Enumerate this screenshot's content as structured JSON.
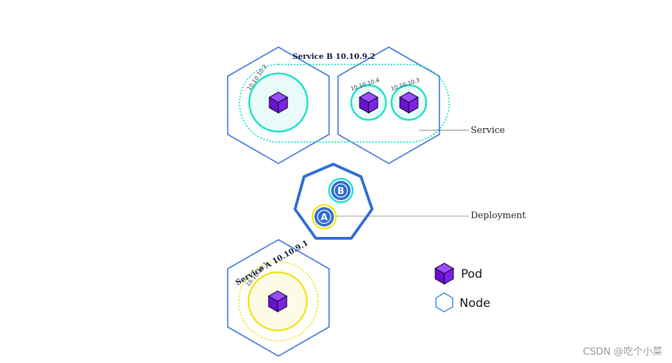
{
  "service_b": {
    "title": "Service B 10.10.9.2"
  },
  "service_a": {
    "title": "Service A  10.10.9.1"
  },
  "pods": {
    "b1_ip": "10.10.10.2",
    "b2_ip": "10.10.10.4",
    "b3_ip": "10.10.10.3",
    "a1_ip": "10.10.10.1"
  },
  "deployment": {
    "badge_b": "B",
    "badge_a": "A"
  },
  "callouts": {
    "service": "Service",
    "deployment": "Deployment"
  },
  "legend": {
    "pod": "Pod",
    "node": "Node"
  },
  "watermark": "CSDN @吃个小菜",
  "colors": {
    "node_stroke": "#3a6fd8",
    "service_b": "#19e0c8",
    "service_a": "#f0e51a",
    "pod_cube": "#7a1fe0",
    "badge_fill": "#2f6bd6"
  }
}
